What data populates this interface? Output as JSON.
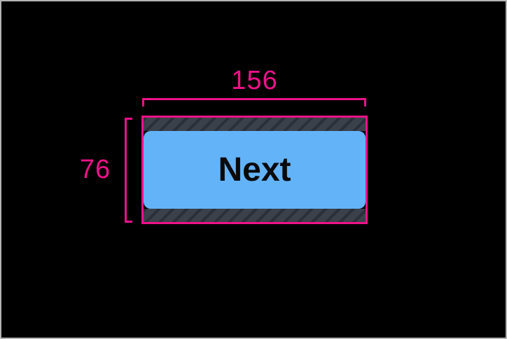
{
  "overlay": {
    "width_label": "156",
    "height_label": "76"
  },
  "button": {
    "label": "Next"
  },
  "colors": {
    "highlight_pink": "#ee1289",
    "button_blue": "#63b3f9",
    "padding_fill": "#3a414b",
    "padding_stripe": "#2a2f39",
    "background": "#000000",
    "frame_border": "#b5b5b5"
  }
}
